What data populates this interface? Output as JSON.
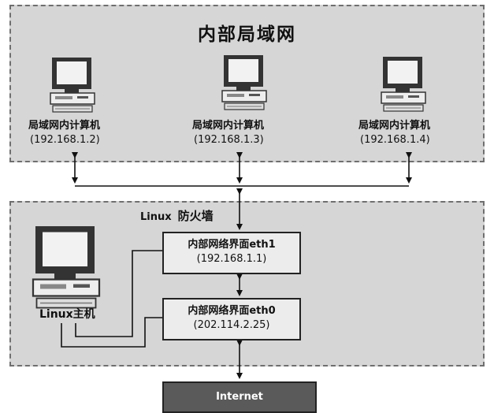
{
  "lan": {
    "title": "内部局域网",
    "computers": [
      {
        "label": "局域网内计算机",
        "ip": "(192.168.1.2)"
      },
      {
        "label": "局域网内计算机",
        "ip": "(192.168.1.3)"
      },
      {
        "label": "局域网内计算机",
        "ip": "(192.168.1.4)"
      }
    ]
  },
  "firewall": {
    "title_latin": "Linux",
    "title": "防火墙",
    "host_label": "Linux主机",
    "eth1": {
      "name": "内部网络界面eth1",
      "ip": "(192.168.1.1)"
    },
    "eth0": {
      "name": "内部网络界面eth0",
      "ip": "(202.114.2.25)"
    }
  },
  "internet": {
    "label": "Internet"
  }
}
